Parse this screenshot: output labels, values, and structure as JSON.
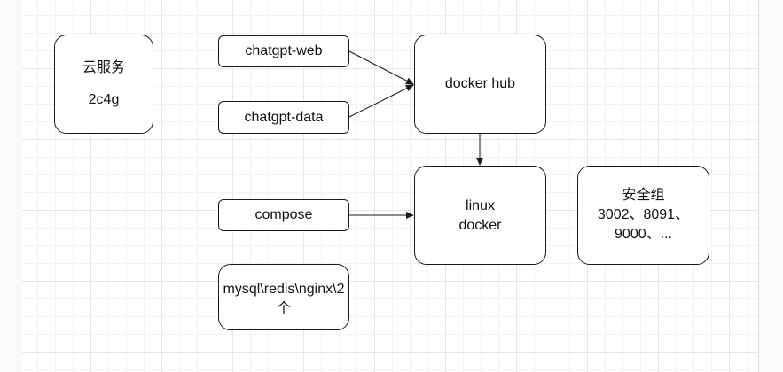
{
  "diagram": {
    "nodes": {
      "cloud": {
        "line1": "云服务",
        "line2": "2c4g"
      },
      "chatgpt_web": {
        "label": "chatgpt-web"
      },
      "chatgpt_data": {
        "label": "chatgpt-data"
      },
      "docker_hub": {
        "label": "docker hub"
      },
      "linux_docker": {
        "line1": "linux",
        "line2": "docker"
      },
      "security_group": {
        "line1": "安全组",
        "line2": "3002、8091、",
        "line3": "9000、..."
      },
      "compose": {
        "label": "compose"
      },
      "mysql": {
        "line1": "mysql\\redis\\nginx\\2",
        "line2": "个"
      }
    },
    "edges": [
      {
        "from": "chatgpt_web",
        "to": "docker_hub"
      },
      {
        "from": "chatgpt_data",
        "to": "docker_hub"
      },
      {
        "from": "docker_hub",
        "to": "linux_docker"
      },
      {
        "from": "compose",
        "to": "linux_docker"
      }
    ],
    "colors": {
      "stroke": "#1a1a1a",
      "grid": "#e6e6e6",
      "background": "#ffffff"
    }
  }
}
